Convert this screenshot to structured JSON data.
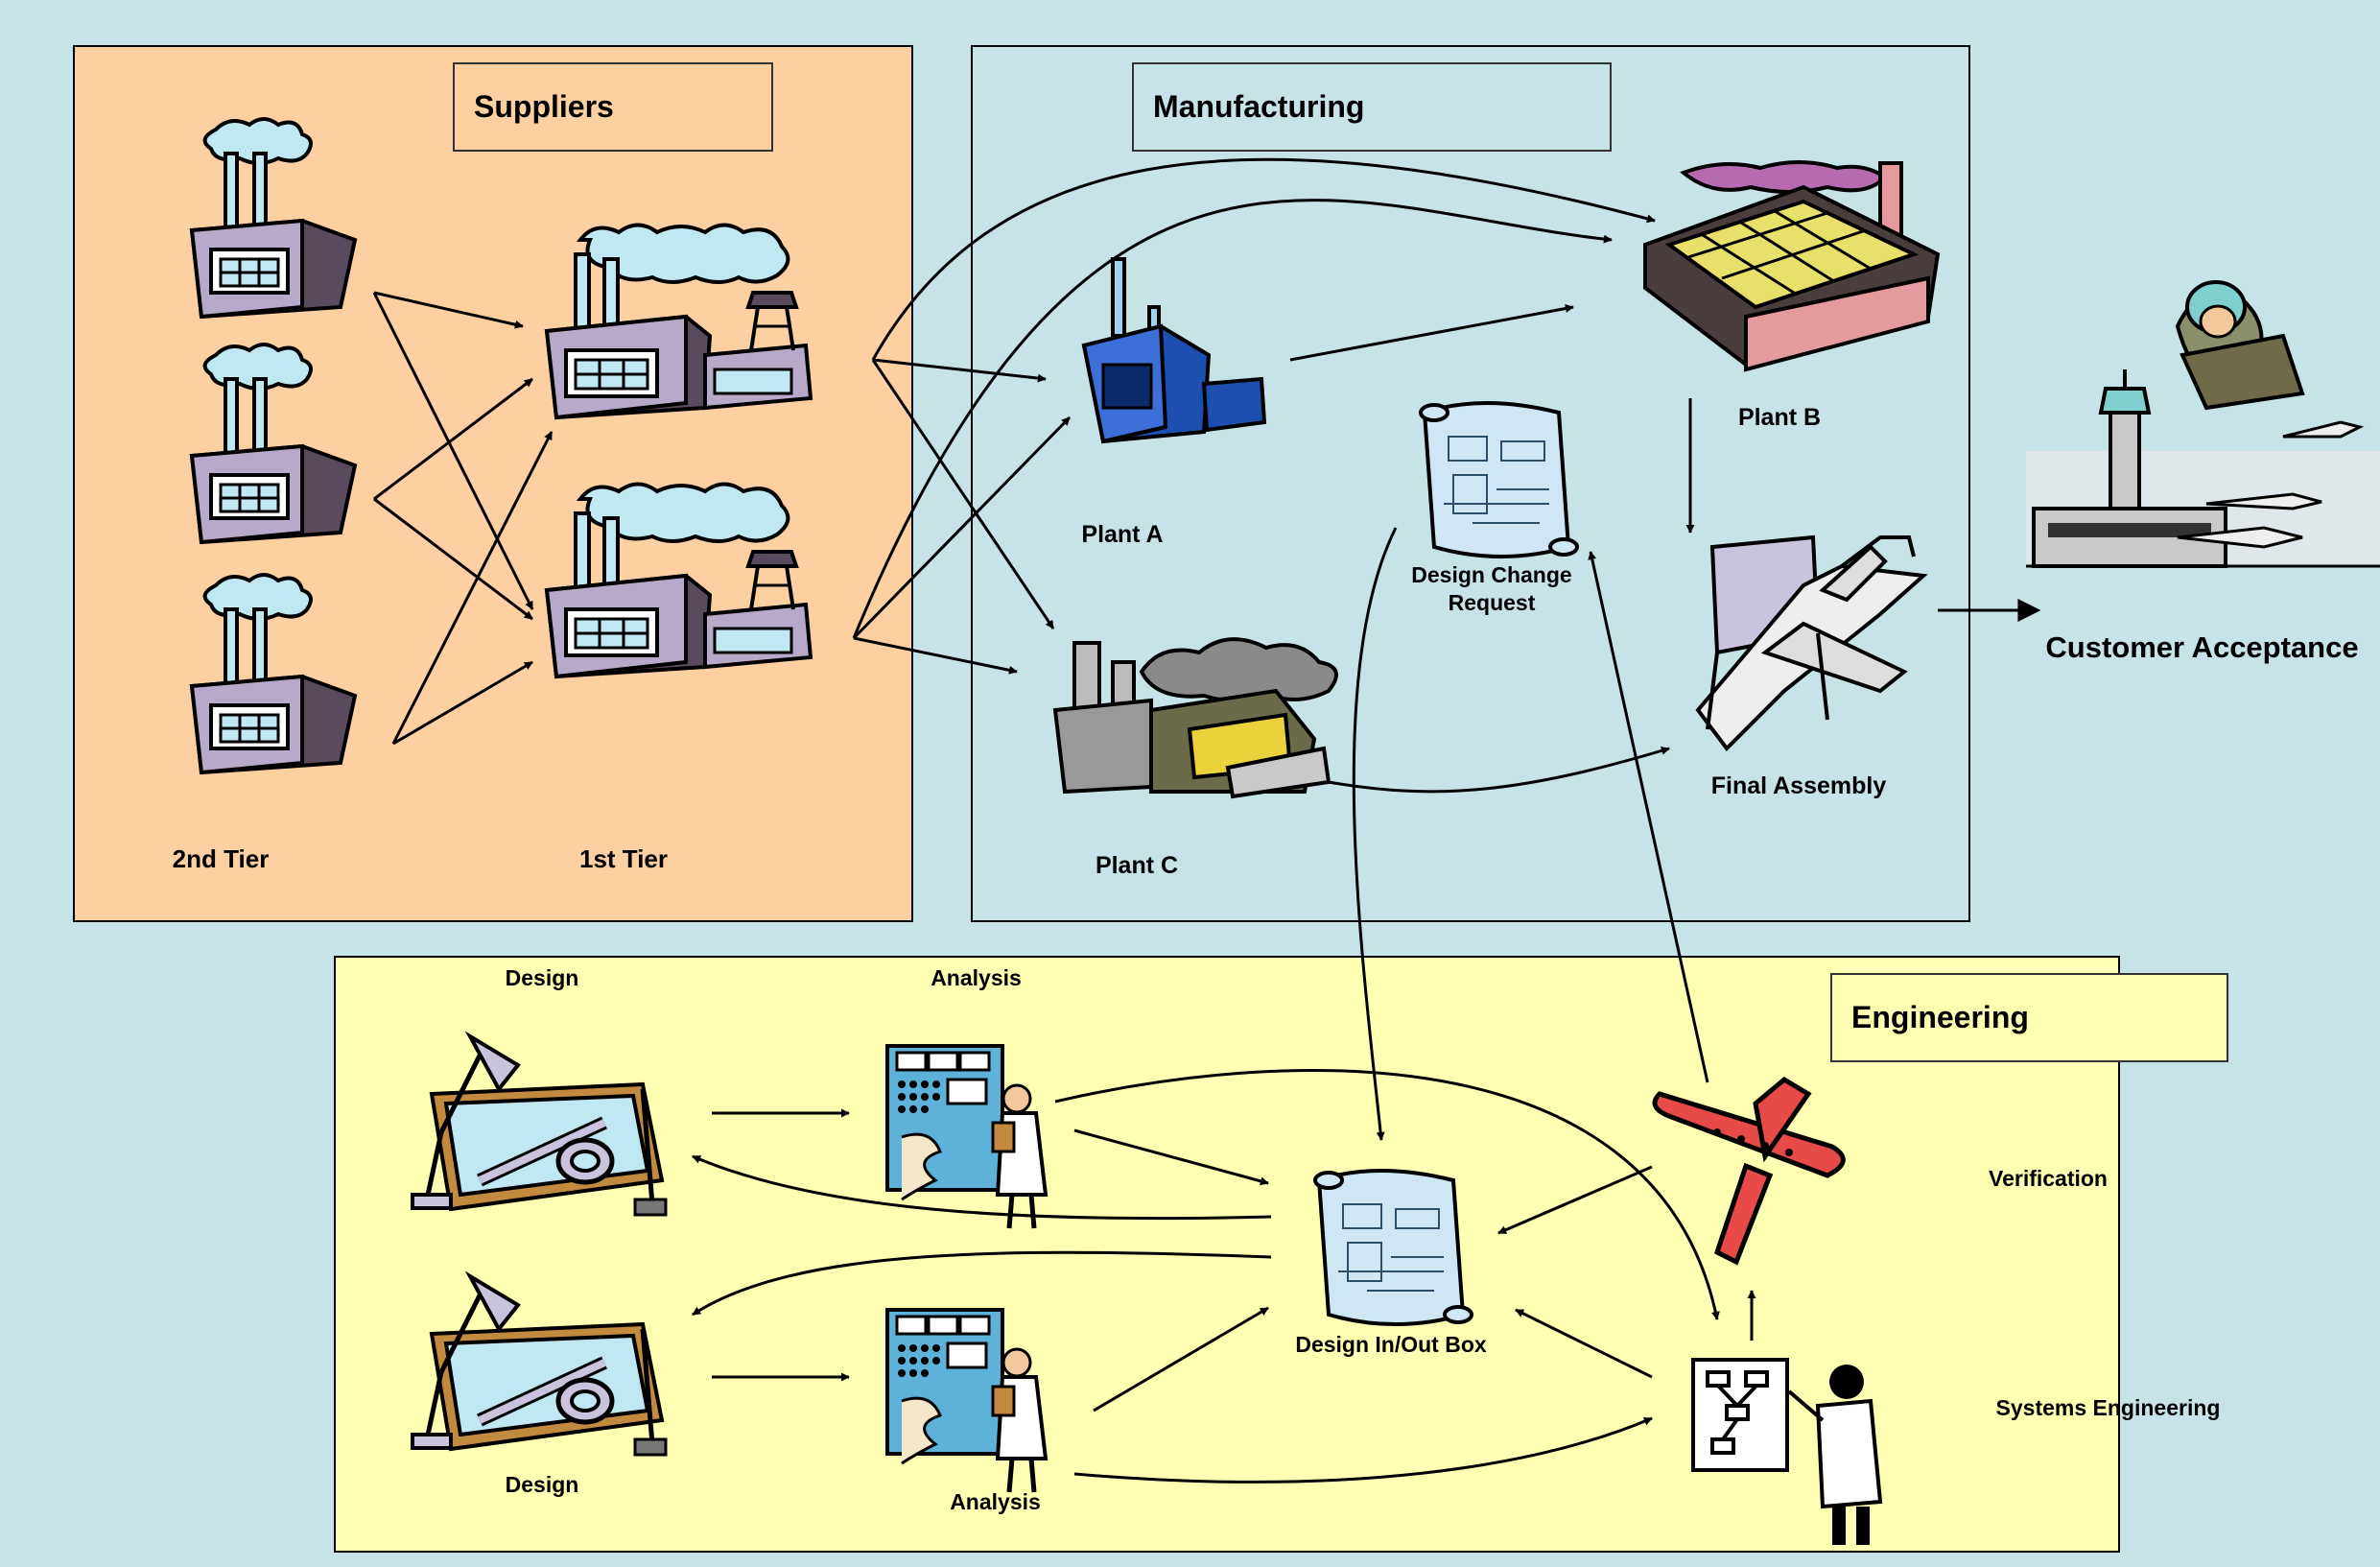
{
  "colors": {
    "page_background": "#c6e4e8",
    "suppliers_panel": "#fdd0a2",
    "manufacturing_panel": "#c6e4e8",
    "engineering_panel": "#ffffb3"
  },
  "suppliers": {
    "title": "Suppliers",
    "tier2_label": "2nd Tier",
    "tier1_label": "1st Tier"
  },
  "manufacturing": {
    "title": "Manufacturing",
    "plant_a": "Plant A",
    "plant_b": "Plant B",
    "plant_c": "Plant C",
    "design_change_request": "Design Change\nRequest",
    "final_assembly": "Final Assembly"
  },
  "customer_acceptance": "Customer Acceptance",
  "engineering": {
    "title": "Engineering",
    "design_top": "Design",
    "analysis_top": "Analysis",
    "design_bottom": "Design",
    "analysis_bottom": "Analysis",
    "design_inout_box": "Design In/Out Box",
    "verification": "Verification",
    "systems_engineering": "Systems Engineering"
  },
  "icons": [
    "factory-icon",
    "supplier-plant-icon",
    "blue-factory-icon",
    "solar-plant-icon",
    "refinery-icon",
    "blueprint-icon",
    "airplane-assembly-icon",
    "airport-icon",
    "pilot-icon",
    "drafting-table-icon",
    "scientist-console-icon",
    "airplane-icon",
    "flowchart-engineer-icon"
  ]
}
